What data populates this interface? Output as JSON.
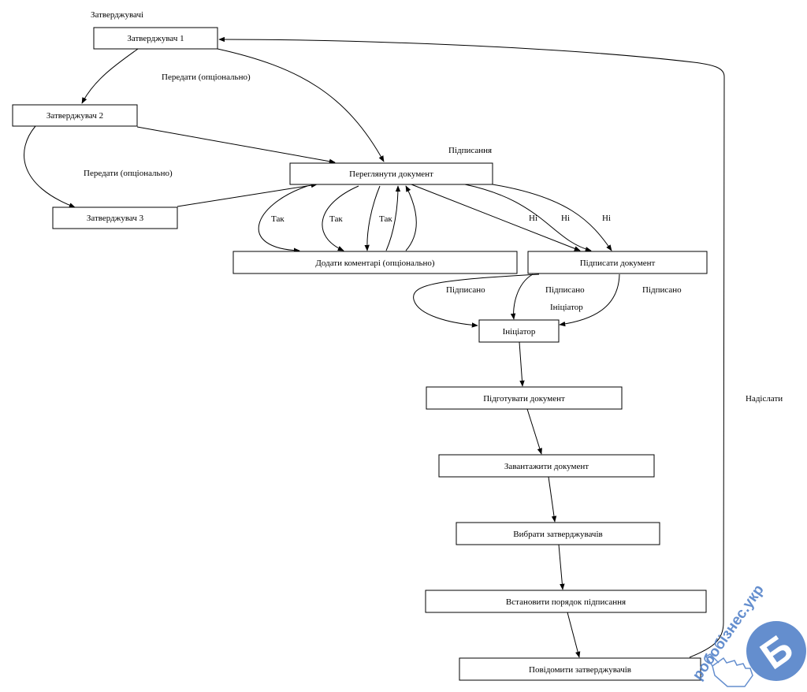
{
  "group_label": "Затверджувачі",
  "nodes": {
    "approver1": "Затверджувач 1",
    "approver2": "Затверджувач 2",
    "approver3": "Затверджувач 3",
    "review": "Переглянути документ",
    "add_comments": "Додати коментарі (опціонально)",
    "sign": "Підписати документ",
    "initiator": "Ініціатор",
    "prepare": "Підготувати документ",
    "upload": "Завантажити документ",
    "choose": "Вибрати затверджувачів",
    "order": "Встановити порядок підписання",
    "notify": "Повідомити затверджувачів"
  },
  "edge_labels": {
    "forward1": "Передати (опціонально)",
    "forward2": "Передати (опціонально)",
    "signing": "Підписання",
    "yes1": "Так",
    "yes2": "Так",
    "yes3": "Так",
    "no1": "Ні",
    "no2": "Ні",
    "no3": "Ні",
    "signed1": "Підписано",
    "signed2": "Підписано",
    "signed3": "Підписано",
    "initiator_label": "Ініціатор",
    "send": "Надіслати"
  },
  "watermark": "робобізнес.укр"
}
